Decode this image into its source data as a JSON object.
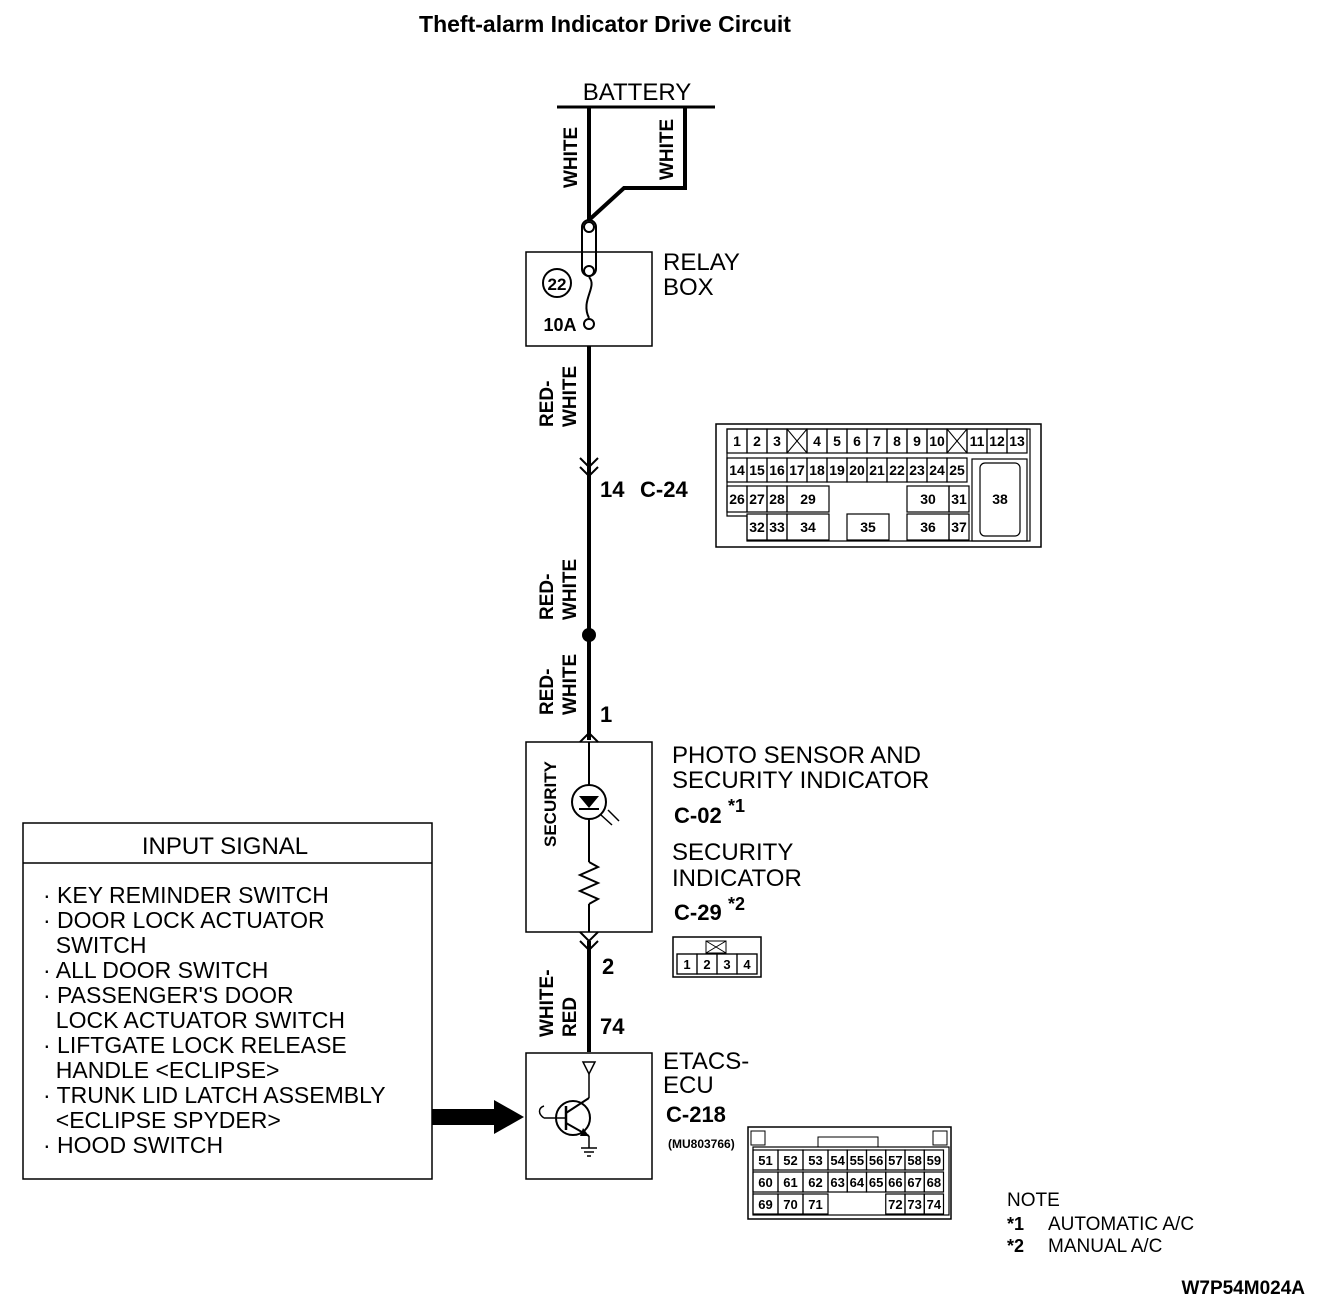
{
  "title": "Theft-alarm Indicator Drive Circuit",
  "battery": {
    "label": "BATTERY",
    "wire_left": "WHITE",
    "wire_right": "WHITE"
  },
  "relay_box": {
    "label_line1": "RELAY",
    "label_line2": "BOX",
    "fuse_number": "22",
    "fuse_rating": "10A"
  },
  "wires": {
    "red_white_1": [
      "RED-",
      "WHITE"
    ],
    "red_white_2": [
      "RED-",
      "WHITE"
    ],
    "red_white_3": [
      "RED-",
      "WHITE"
    ],
    "white_red": [
      "WHITE-",
      "RED"
    ]
  },
  "connector_c24": {
    "pin": "14",
    "code": "C-24",
    "row1": [
      "1",
      "2",
      "3",
      "",
      "4",
      "5",
      "6",
      "7",
      "8",
      "9",
      "10",
      "",
      "11",
      "12",
      "13"
    ],
    "row2": [
      "14",
      "15",
      "16",
      "17",
      "18",
      "19",
      "20",
      "21",
      "22",
      "23",
      "24",
      "25"
    ],
    "row3": [
      "26",
      "27",
      "28",
      "29",
      "30",
      "31"
    ],
    "row4": [
      "32",
      "33",
      "34",
      "35",
      "36",
      "37"
    ],
    "big_pin": "38"
  },
  "indicator": {
    "pin_top": "1",
    "pin_bottom": "2",
    "inner_label": "SECURITY",
    "name1_line1": "PHOTO SENSOR AND",
    "name1_line2": "SECURITY INDICATOR",
    "code1": "C-02",
    "note1": "*1",
    "name2_line1": "SECURITY",
    "name2_line2": "INDICATOR",
    "code2": "C-29",
    "note2": "*2",
    "connector_pins": [
      "1",
      "2",
      "3",
      "4"
    ]
  },
  "etacs": {
    "pin": "74",
    "name_line1": "ETACS-",
    "name_line2": "ECU",
    "code": "C-218",
    "part_number": "(MU803766)",
    "row1": [
      "51",
      "52",
      "53",
      "54",
      "55",
      "56",
      "57",
      "58",
      "59"
    ],
    "row2": [
      "60",
      "61",
      "62",
      "63",
      "64",
      "65",
      "66",
      "67",
      "68"
    ],
    "row3": [
      "69",
      "70",
      "71",
      "72",
      "73",
      "74"
    ]
  },
  "input_signal": {
    "header": "INPUT SIGNAL",
    "lines": [
      "· KEY REMINDER SWITCH",
      "· DOOR LOCK ACTUATOR",
      "  SWITCH",
      "· ALL DOOR SWITCH",
      "· PASSENGER'S DOOR",
      "  LOCK ACTUATOR SWITCH",
      "· LIFTGATE LOCK RELEASE",
      "  HANDLE <ECLIPSE>",
      "· TRUNK LID LATCH ASSEMBLY",
      "  <ECLIPSE SPYDER>",
      "· HOOD SWITCH"
    ]
  },
  "note": {
    "header": "NOTE",
    "items": [
      {
        "mark": "*1",
        "text": "AUTOMATIC A/C"
      },
      {
        "mark": "*2",
        "text": "MANUAL A/C"
      }
    ]
  },
  "figure_code": "W7P54M024A"
}
